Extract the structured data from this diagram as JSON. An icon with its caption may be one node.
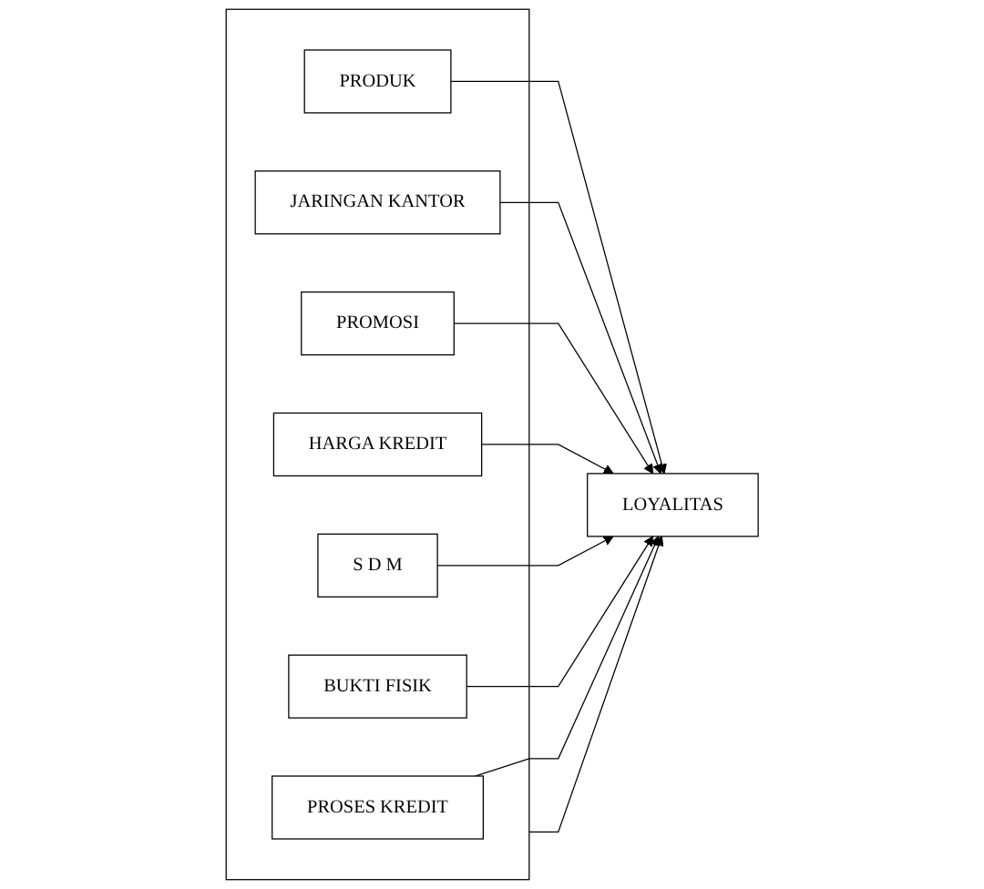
{
  "diagram": {
    "nodes": [
      {
        "text": [],
        "shape": "box"
      },
      {
        "text": [
          "PRODUK"
        ],
        "in": 0
      },
      {
        "text": [
          "JARINGAN KANTOR"
        ],
        "in": 0
      },
      {
        "text": [
          "PROMOSI"
        ],
        "in": 0
      },
      {
        "text": [
          "HARGA KREDIT"
        ],
        "in": 0
      },
      {
        "text": [
          "S D M"
        ],
        "in": 0
      },
      {
        "text": [
          "BUKTI FISIK"
        ],
        "in": 0
      },
      {
        "text": [
          "PROSES KREDIT"
        ],
        "in": 0
      },
      {
        "text": [
          "LOYALITAS"
        ]
      }
    ],
    "edges": [
      {
        "from": 1,
        "to": 8,
        "arrow": "to"
      },
      {
        "from": 2,
        "to": 8,
        "arrow": "to"
      },
      {
        "from": 3,
        "to": 8,
        "arrow": "to"
      },
      {
        "from": 4,
        "to": 8,
        "arrow": "to"
      },
      {
        "from": 5,
        "to": 8,
        "arrow": "to"
      },
      {
        "from": 6,
        "to": 8,
        "arrow": "to"
      },
      {
        "from": 7,
        "to": 8,
        "arrow": "to"
      },
      {
        "from": 0,
        "to": 8,
        "arrow": "to"
      }
    ]
  }
}
